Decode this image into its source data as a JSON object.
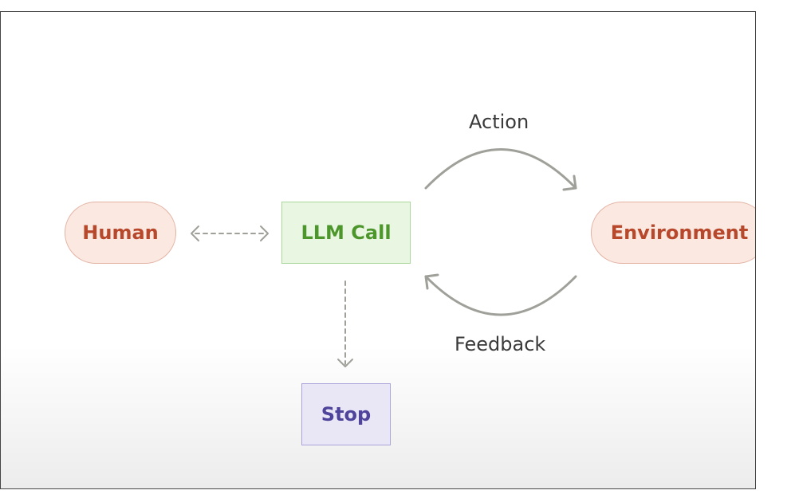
{
  "nodes": {
    "human": "Human",
    "llm_call": "LLM Call",
    "environment": "Environment",
    "stop": "Stop"
  },
  "edges": {
    "action": "Action",
    "feedback": "Feedback"
  },
  "colors": {
    "human_fill": "#fbe8e1",
    "human_text": "#b8482c",
    "llm_fill": "#e9f6e2",
    "llm_text": "#4c962c",
    "stop_fill": "#e9e6f6",
    "stop_text": "#4e449c",
    "arrow": "#a0a09a"
  }
}
